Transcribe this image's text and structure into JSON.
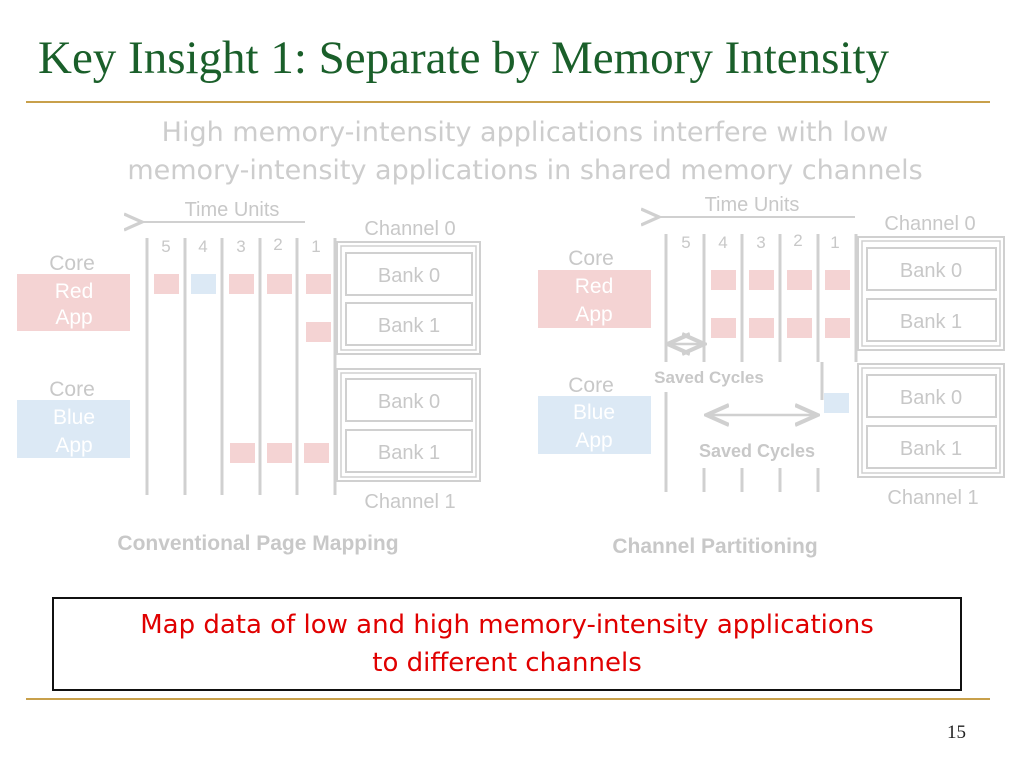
{
  "slide": {
    "title": "Key Insight 1: Separate by Memory Intensity",
    "subtitle_line1": "High memory-intensity applications interfere with low",
    "subtitle_line2": "memory-intensity applications in shared memory channels",
    "callout_line1": "Map data of low and high memory-intensity applications",
    "callout_line2": "to different channels",
    "page_number": "15"
  },
  "diagrams": [
    {
      "id": "conventional",
      "time_units_label": "Time Units",
      "time_slots": [
        "5",
        "4",
        "3",
        "2",
        "1"
      ],
      "cores": [
        {
          "label": "Core",
          "app": [
            "Red",
            "App"
          ],
          "color": "#f4d3d3"
        },
        {
          "label": "Core",
          "app": [
            "Blue",
            "App"
          ],
          "color": "#dce9f5"
        }
      ],
      "channels": [
        {
          "name": "Channel 0",
          "banks": [
            "Bank 0",
            "Bank 1"
          ]
        },
        {
          "name": "Channel 1",
          "banks": [
            "Bank 0",
            "Bank 1"
          ]
        }
      ],
      "caption": "Conventional Page Mapping"
    },
    {
      "id": "partitioning",
      "time_units_label": "Time Units",
      "time_slots": [
        "5",
        "4",
        "3",
        "2",
        "1"
      ],
      "cores": [
        {
          "label": "Core",
          "app": [
            "Red",
            "App"
          ],
          "color": "#f4d3d3"
        },
        {
          "label": "Core",
          "app": [
            "Blue",
            "App"
          ],
          "color": "#dce9f5"
        }
      ],
      "channels": [
        {
          "name": "Channel 0",
          "banks": [
            "Bank 0",
            "Bank 1"
          ]
        },
        {
          "name": "Channel 1",
          "banks": [
            "Bank 0",
            "Bank 1"
          ]
        }
      ],
      "saved_cycles": [
        "Saved Cycles",
        "Saved Cycles"
      ],
      "caption": "Channel Partitioning"
    }
  ],
  "colors": {
    "red_request": "#f4d3d3",
    "blue_request": "#dce9f5",
    "line_gray": "#d0d0d0",
    "text_gray": "#c8c8c8",
    "title_green": "#1a5f2a",
    "rule_gold": "#c8a04b",
    "callout_red": "#e00000"
  }
}
